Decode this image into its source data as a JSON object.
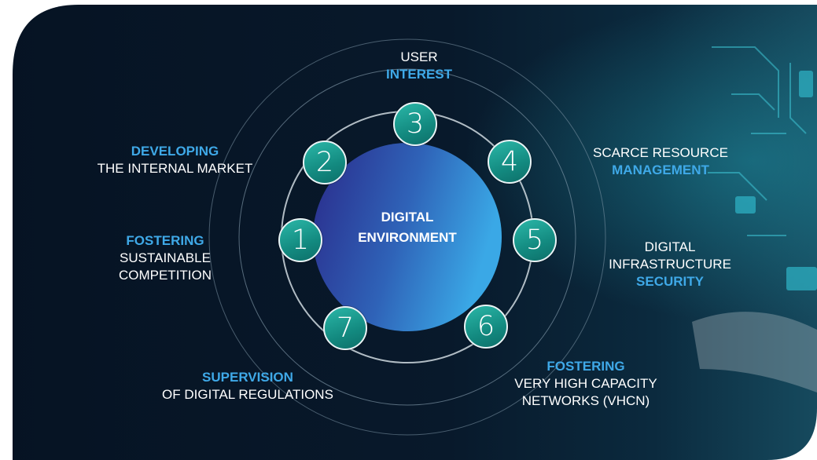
{
  "center": {
    "line1": "DIGITAL",
    "line2": "ENVIRONMENT"
  },
  "nodes": [
    {
      "number": "1"
    },
    {
      "number": "2"
    },
    {
      "number": "3"
    },
    {
      "number": "4"
    },
    {
      "number": "5"
    },
    {
      "number": "6"
    },
    {
      "number": "7"
    }
  ],
  "labels": {
    "user_interest": {
      "line1": "USER",
      "accent": "INTEREST"
    },
    "developing": {
      "accent": "DEVELOPING",
      "line2": "THE INTERNAL MARKET"
    },
    "scarce": {
      "line1": "SCARCE RESOURCE",
      "accent": "MANAGEMENT"
    },
    "fostering_competition": {
      "accent": "FOSTERING",
      "line2": "SUSTAINABLE",
      "line3": "COMPETITION"
    },
    "security": {
      "line1": "DIGITAL",
      "line2": "INFRASTRUCTURE",
      "accent": "SECURITY"
    },
    "supervision": {
      "accent": "SUPERVISION",
      "line2": "OF DIGITAL REGULATIONS"
    },
    "fostering_vhcn": {
      "accent": "FOSTERING",
      "line2": "VERY HIGH CAPACITY",
      "line3": "NETWORKS (VHCN)"
    }
  },
  "colors": {
    "background_dark": "#071627",
    "accent_text": "#3fa9e8",
    "node_teal": "#1a9e92",
    "center_gradient_start": "#2a2a8a",
    "center_gradient_end": "#3aa8e6"
  }
}
